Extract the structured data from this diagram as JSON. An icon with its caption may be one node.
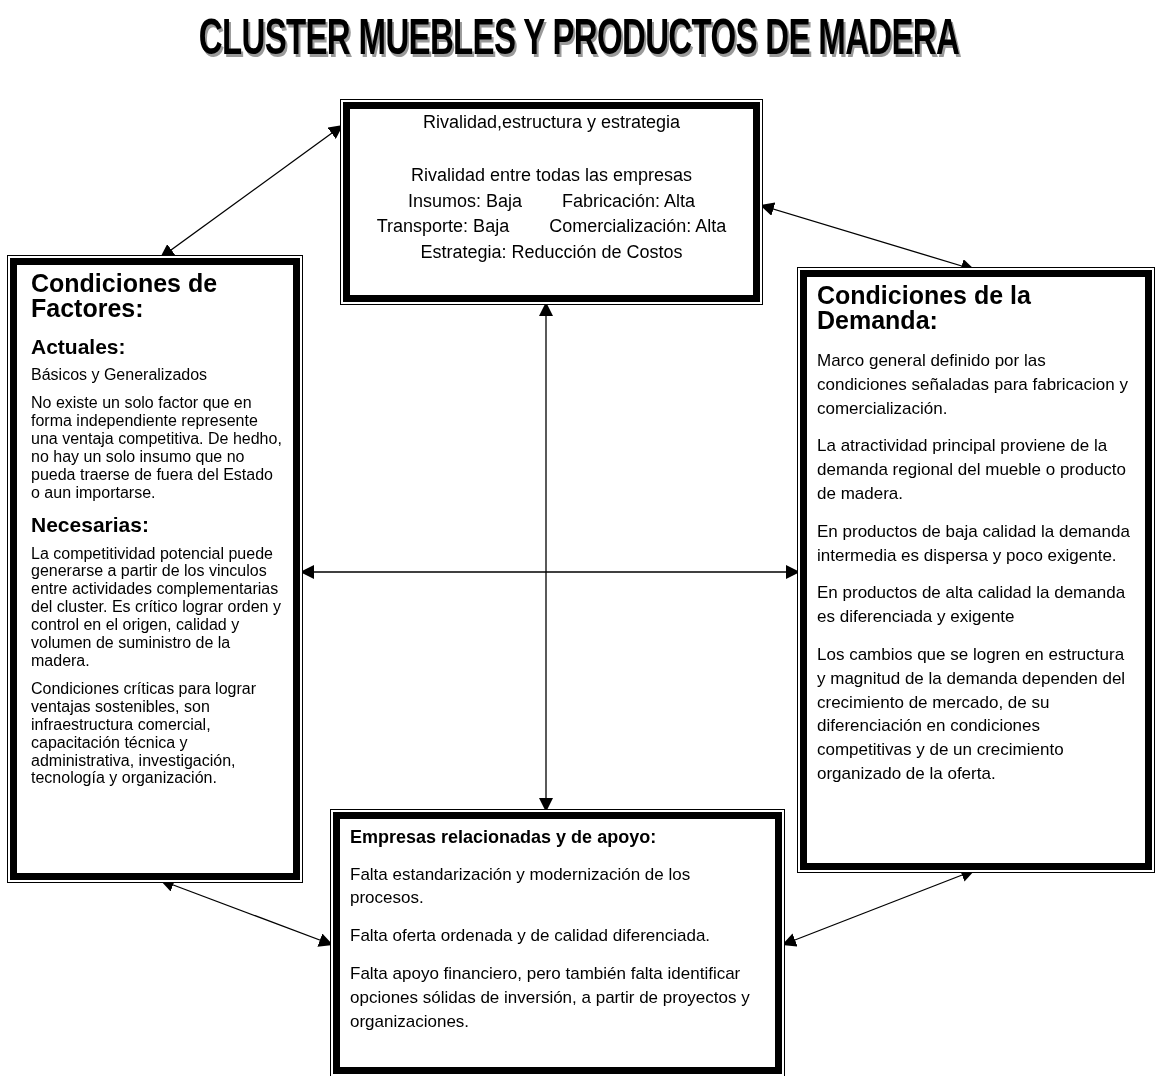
{
  "diagram": {
    "title": "CLUSTER MUEBLES Y PRODUCTOS DE MADERA",
    "nodes": [
      {
        "text": [
          "Rivalidad,estructura y estrategia",
          "Rivalidad entre todas las empresas",
          "Insumos: Baja",
          "Fabricación: Alta",
          "Transporte: Baja",
          "Comercialización: Alta",
          "Estrategia: Reducción de Costos"
        ]
      },
      {
        "text": [
          "Condiciones de Factores:",
          "Actuales:",
          "Básicos y Generalizados",
          "No existe un solo factor que en forma independiente represente una ventaja competitiva. De hedho, no hay un solo insumo que no pueda traerse de fuera del Estado o aun importarse.",
          "Necesarias:",
          "La competitividad potencial puede generarse a partir de los vinculos entre actividades complementarias del cluster. Es crítico lograr orden y control en el origen, calidad y volumen de suministro de la madera.",
          "Condiciones críticas para lograr ventajas sostenibles, son infraestructura comercial, capacitación técnica y administrativa, investigación, tecnología y organización."
        ]
      },
      {
        "text": [
          "Condiciones de la Demanda:",
          "Marco general definido por las condiciones señaladas para fabricacion y comercialización.",
          "La atractividad principal proviene de la demanda regional del mueble o producto de madera.",
          "En productos de baja calidad la demanda intermedia es dispersa y poco exigente.",
          "En productos de alta calidad la demanda es diferenciada y exigente",
          "Los cambios que se logren en estructura y magnitud de la demanda dependen del crecimiento de mercado, de su diferenciación en condiciones competitivas y de un crecimiento organizado de la oferta."
        ]
      },
      {
        "text": [
          "Empresas relacionadas y de apoyo:",
          "Falta estandarización y modernización de los procesos.",
          "Falta oferta ordenada y de calidad diferenciada.",
          "Falta apoyo financiero, pero también falta identificar opciones sólidas de inversión, a partir de proyectos y organizaciones."
        ]
      }
    ],
    "edges": [
      {
        "from": 1,
        "to": 0,
        "arrow": "both"
      },
      {
        "from": 0,
        "to": 2,
        "arrow": "both"
      },
      {
        "from": 1,
        "to": 3,
        "arrow": "both"
      },
      {
        "from": 3,
        "to": 2,
        "arrow": "both"
      },
      {
        "from": 0,
        "to": 3,
        "arrow": "both"
      },
      {
        "from": 1,
        "to": 2,
        "arrow": "both"
      }
    ]
  }
}
